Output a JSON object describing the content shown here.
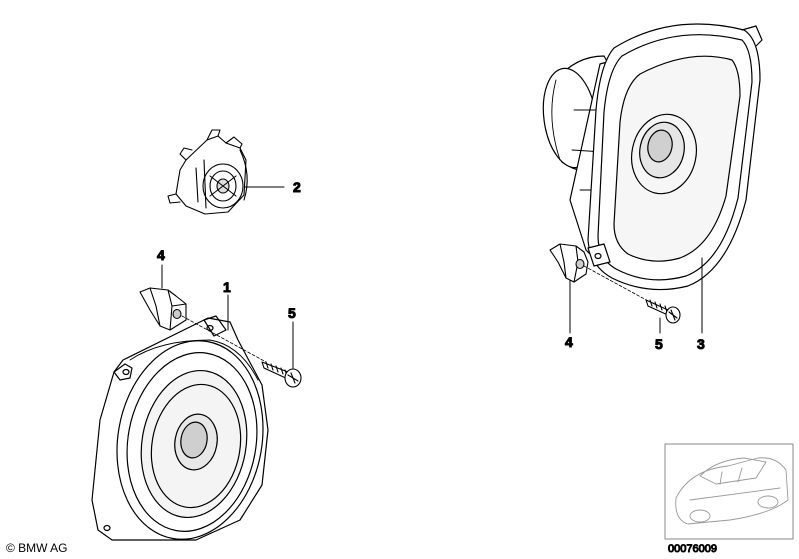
{
  "callouts": {
    "part1": "1",
    "part2": "2",
    "part3": "3",
    "part4_left": "4",
    "part4_right": "4",
    "part5_left": "5",
    "part5_right": "5"
  },
  "footer": {
    "copyright": "© BMW AG",
    "diagram_number": "00076009"
  }
}
